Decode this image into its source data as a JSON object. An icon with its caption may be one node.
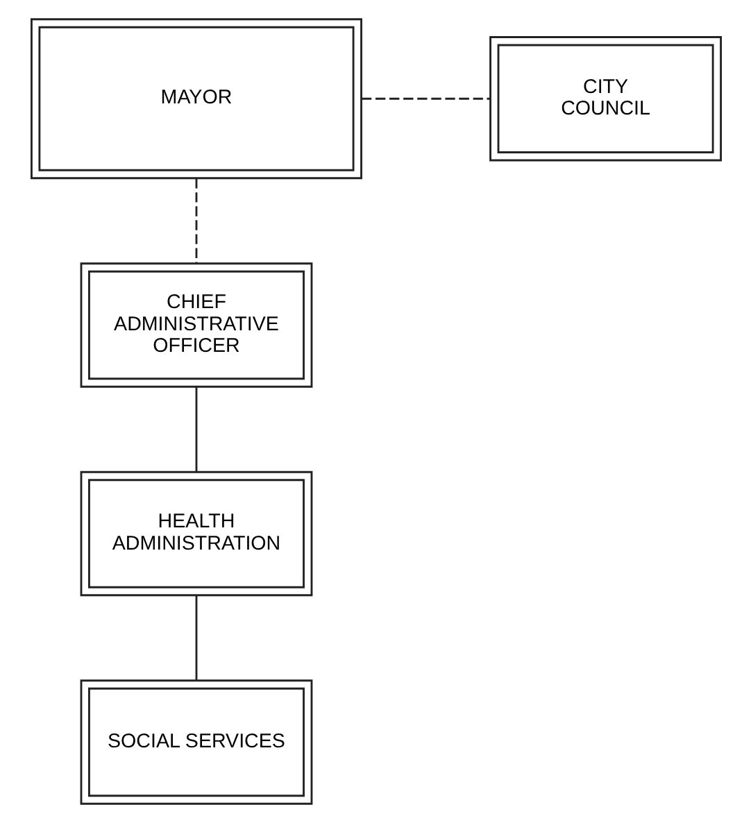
{
  "diagram": {
    "nodes": [
      {
        "text": [
          "MAYOR"
        ]
      },
      {
        "text": [
          "CITY COUNCIL"
        ]
      },
      {
        "text": [
          "CHIEF ADMINISTRATIVE OFFICER"
        ]
      },
      {
        "text": [
          "HEALTH ADMINISTRATION"
        ]
      },
      {
        "text": [
          "SOCIAL SERVICES"
        ]
      }
    ],
    "edges": [
      {
        "from": 0,
        "to": 1,
        "arrow": "none",
        "style": "dashed"
      },
      {
        "from": 0,
        "to": 2,
        "arrow": "none",
        "style": "dashed"
      },
      {
        "from": 2,
        "to": 3,
        "arrow": "none"
      },
      {
        "from": 3,
        "to": 4,
        "arrow": "none"
      }
    ]
  }
}
